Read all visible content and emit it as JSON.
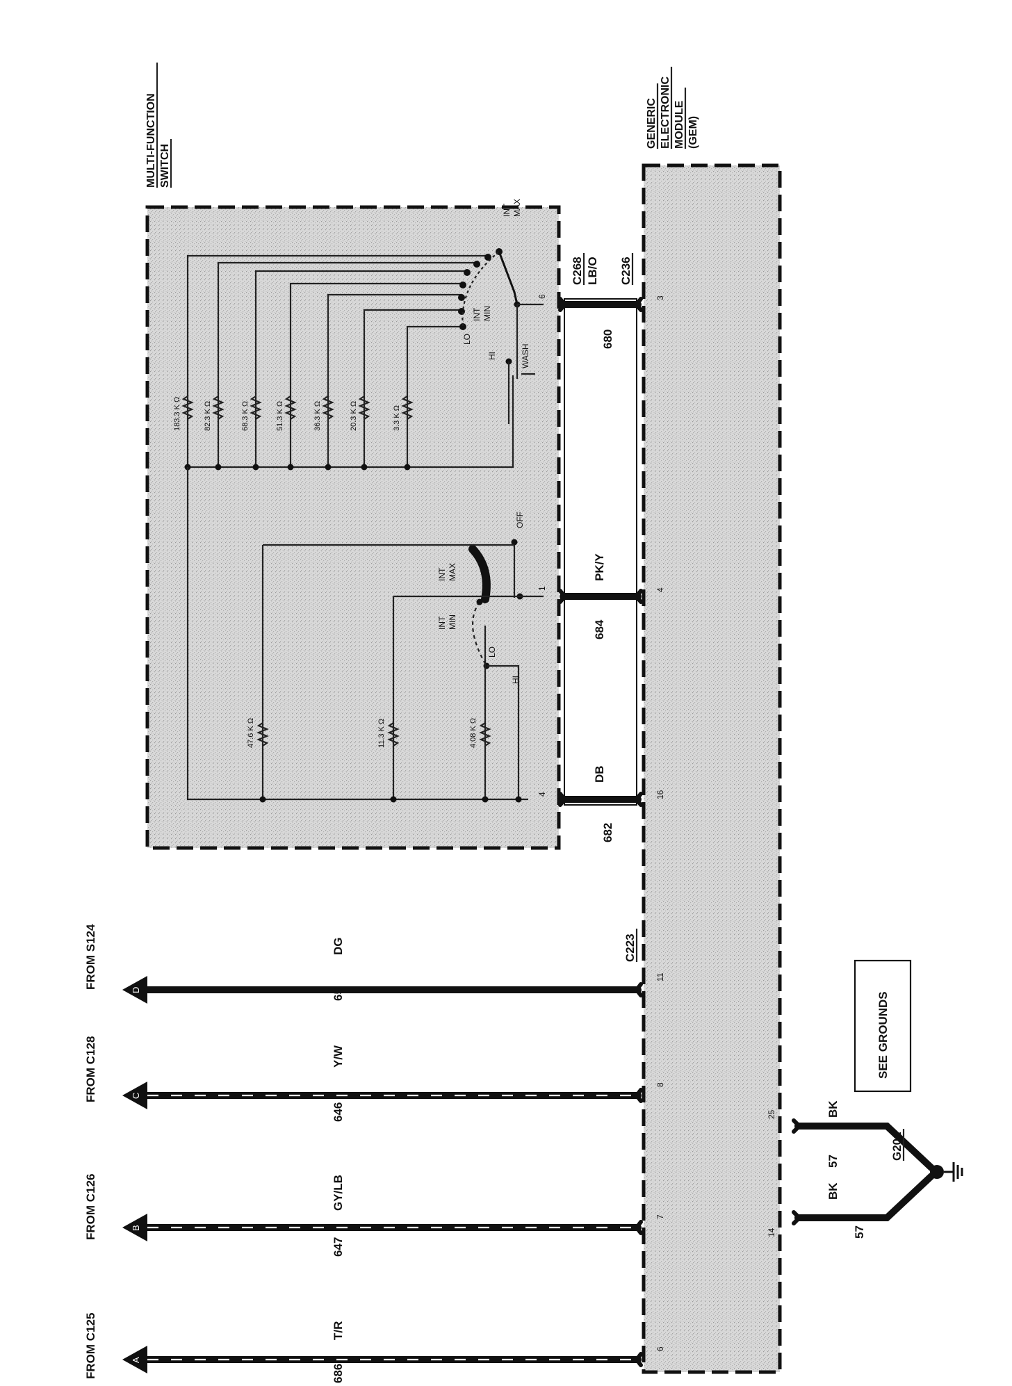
{
  "components": {
    "multi_function_switch": {
      "title_lines": [
        "MULTI-FUNCTION",
        "SWITCH"
      ]
    },
    "gem": {
      "title_lines": [
        "GENERIC",
        "ELECTRONIC",
        "MODULE",
        "(GEM)"
      ]
    }
  },
  "inputs": [
    {
      "from": "FROM C125",
      "connector": "A",
      "circuit": "686",
      "color": "T/R",
      "gem_pin": "6"
    },
    {
      "from": "FROM C126",
      "connector": "B",
      "circuit": "647",
      "color": "GY/LB",
      "gem_pin": "7"
    },
    {
      "from": "FROM C128",
      "connector": "C",
      "circuit": "646",
      "color": "Y/W",
      "gem_pin": "8"
    },
    {
      "from": "FROM S124",
      "connector": "D",
      "circuit": "65",
      "color": "DG",
      "gem_pin": "11"
    }
  ],
  "connectors": {
    "c223": "C223",
    "c268": "C268",
    "c236": "C236"
  },
  "switch_outputs": [
    {
      "switch_pin": "6",
      "circuit": "680",
      "color": "LB/O",
      "gem_pin": "3"
    },
    {
      "switch_pin": "1",
      "circuit": "684",
      "color": "PK/Y",
      "gem_pin": "4"
    },
    {
      "switch_pin": "4",
      "circuit": "682",
      "color": "DB",
      "gem_pin": "16"
    }
  ],
  "upper_resistors": [
    "183.3 K Ω",
    "82.3 K Ω",
    "68.3 K Ω",
    "51.3 K Ω",
    "36.3 K Ω",
    "20.3 K Ω",
    "3.3 K Ω"
  ],
  "lower_resistors": [
    "47.6 K Ω",
    "11.3 K Ω",
    "4.08 K Ω"
  ],
  "switch_labels": {
    "int_max": [
      "INT",
      "MAX"
    ],
    "int_min": [
      "INT",
      "MIN"
    ],
    "lo": "LO",
    "hi": "HI",
    "wash": "WASH",
    "off": "OFF"
  },
  "ground": {
    "circuit": "57",
    "color": "BK",
    "gem_pins": [
      "14",
      "25"
    ],
    "ground_id": "G201",
    "note": "SEE GROUNDS"
  }
}
